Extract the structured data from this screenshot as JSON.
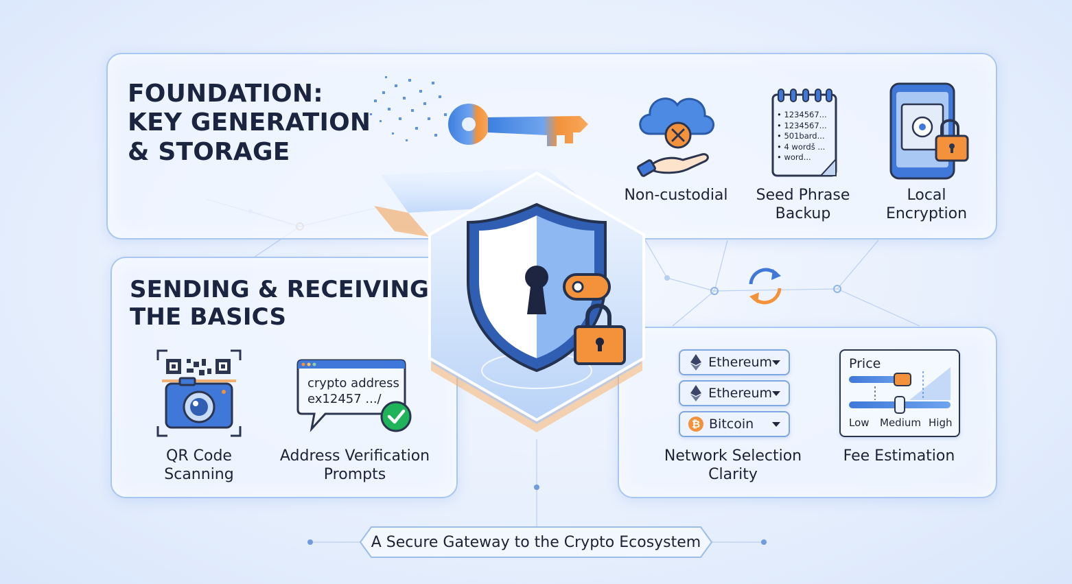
{
  "foundation": {
    "title_lines": [
      "FOUNDATION:",
      "KEY GENERATION",
      "& STORAGE"
    ],
    "items": [
      {
        "label_lines": [
          "Non-custodial"
        ],
        "icon": "cloud-hand-x-icon"
      },
      {
        "label_lines": [
          "Seed Phrase",
          "Backup"
        ],
        "icon": "seed-notepad-icon",
        "notepad_lines": [
          "1234567...",
          "1234567...",
          "501bard...",
          "4 wordš ...",
          "word..."
        ]
      },
      {
        "label_lines": [
          "Local",
          "Encryption"
        ],
        "icon": "phone-safe-lock-icon"
      }
    ]
  },
  "sending": {
    "title_lines": [
      "SENDING & RECEIVING:",
      "THE BASICS"
    ],
    "items": [
      {
        "label_lines": [
          "QR Code",
          "Scanning"
        ],
        "icon": "qr-camera-icon"
      },
      {
        "label_lines": [
          "Address Verification",
          "Prompts"
        ],
        "icon": "address-window-check-icon",
        "window_lines": [
          "crypto address",
          "ex12457 .../"
        ]
      }
    ]
  },
  "network": {
    "selects": [
      {
        "value": "Ethereum",
        "icon": "ethereum-icon"
      },
      {
        "value": "Ethereum",
        "icon": "ethereum-icon"
      },
      {
        "value": "Bitcoin",
        "icon": "bitcoin-icon"
      }
    ],
    "label_lines": [
      "Network Selection",
      "Clarity"
    ]
  },
  "fee": {
    "title": "Price",
    "scale": [
      "Low",
      "Medium",
      "High"
    ],
    "label_lines": [
      "Fee Estimation"
    ]
  },
  "center_icon": "shield-keyhole-padlock-icon",
  "sync_icon": "sync-arrows-icon",
  "key_icon": "digital-key-icon",
  "footer": "A Secure Gateway to the Crypto Ecosystem",
  "colors": {
    "accent_blue": "#2f6fd6",
    "accent_orange": "#f3923a",
    "panel_border": "#a9c6f0",
    "success_green": "#1fb35a"
  }
}
